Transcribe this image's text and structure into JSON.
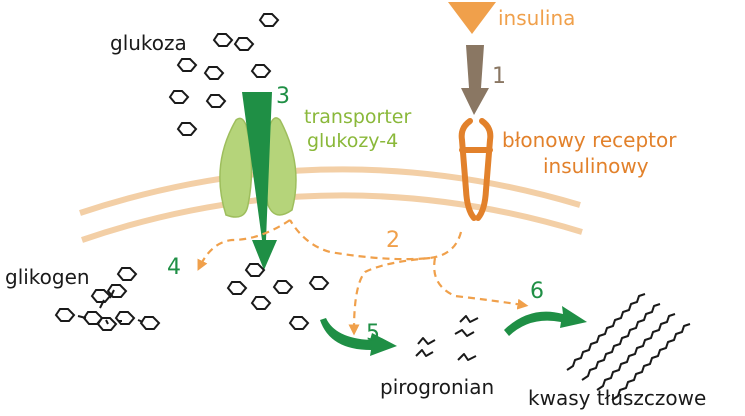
{
  "labels": {
    "glucose": "glukoza",
    "insulin": "insulina",
    "transporter_line1": "transporter",
    "transporter_line2": "glukozy-4",
    "receptor_line1": "błonowy receptor",
    "receptor_line2": "insulinowy",
    "glycogen": "glikogen",
    "pyruvate": "pirogronian",
    "fatty_acids": "kwasy tłuszczowe"
  },
  "steps": [
    "1",
    "2",
    "3",
    "4",
    "5",
    "6"
  ],
  "colors": {
    "insulin": "#f0a04b",
    "receptor": "#e2812b",
    "membrane": "#f3cfa6",
    "transporter_fill": "#b5d47a",
    "transporter_text": "#8ab83a",
    "pathway_green": "#1f8f45",
    "signal_arrow": "#8a7763",
    "dashed_signal": "#f0a04b"
  }
}
